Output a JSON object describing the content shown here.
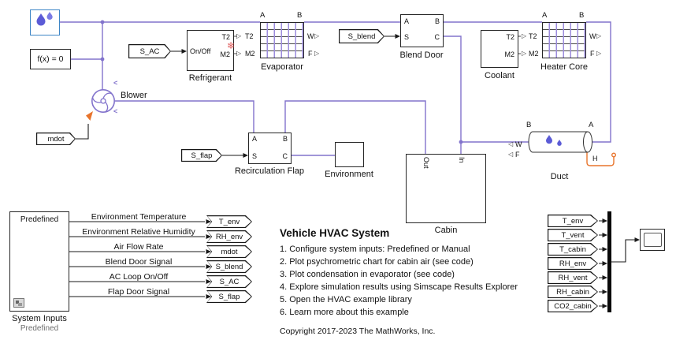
{
  "colors": {
    "physical_line": "#8273CC",
    "signal_line": "#1a1a1a",
    "orange_accent": "#E8742C",
    "moisture_border": "#3E86C6",
    "droplet": "#5B5BD6",
    "snowflake": "#E06060",
    "sublabel_gray": "#6E6E6E"
  },
  "icons": {
    "snowflake": "❄",
    "port_in_triangle": "▷",
    "port_out_triangle": "◁",
    "flow_chevron": "<"
  },
  "top": {
    "solver_label": "f(x) = 0",
    "blower_label": "Blower",
    "mdot_tag": "mdot",
    "sac_tag": "S_AC",
    "sblend_tag": "S_blend",
    "sflap_tag": "S_flap",
    "refrigerant": {
      "label": "Refrigerant",
      "in": "On/Off",
      "out1": "T2",
      "out2": "M2"
    },
    "evaporator": {
      "label": "Evaporator",
      "port_a": "A",
      "port_b": "B",
      "in1": "T2",
      "in2": "M2",
      "out1": "W",
      "out2": "F"
    },
    "blend_door": {
      "label": "Blend Door",
      "a": "A",
      "b": "B",
      "s": "S",
      "c": "C"
    },
    "coolant": {
      "label": "Coolant",
      "out1": "T2",
      "out2": "M2"
    },
    "heater_core": {
      "label": "Heater Core",
      "port_a": "A",
      "port_b": "B",
      "in1": "T2",
      "in2": "M2",
      "out1": "W",
      "out2": "F"
    },
    "recirc_flap": {
      "label": "Recirculation Flap",
      "a": "A",
      "b": "B",
      "s": "S",
      "c": "C"
    },
    "environment_label": "Environment",
    "cabin": {
      "label": "Cabin",
      "out": "Out",
      "in": "In"
    },
    "duct": {
      "label": "Duct",
      "port_a": "A",
      "port_b": "B",
      "w": "W",
      "f": "F",
      "h": "H"
    }
  },
  "system_inputs": {
    "inner_label": "Predefined",
    "label": "System Inputs",
    "sublabel": "Predefined",
    "signals": [
      {
        "label": "Environment Temperature",
        "tag": "T_env"
      },
      {
        "label": "Environment Relative Humidity",
        "tag": "RH_env"
      },
      {
        "label": "Air Flow Rate",
        "tag": "mdot"
      },
      {
        "label": "Blend Door Signal",
        "tag": "S_blend"
      },
      {
        "label": "AC Loop On/Off",
        "tag": "S_AC"
      },
      {
        "label": "Flap Door Signal",
        "tag": "S_flap"
      }
    ]
  },
  "annotation": {
    "title": "Vehicle HVAC System",
    "items": [
      "1. Configure system inputs: Predefined or Manual",
      "2. Plot psychrometric chart for cabin air (see code)",
      "3. Plot condensation in evaporator (see code)",
      "4. Explore simulation results using Simscape Results Explorer",
      "5. Open the HVAC example library",
      "6. Learn more about this example"
    ],
    "copyright": "Copyright 2017-2023 The MathWorks, Inc."
  },
  "outputs": {
    "tags": [
      "T_env",
      "T_vent",
      "T_cabin",
      "RH_env",
      "RH_vent",
      "RH_cabin",
      "CO2_cabin"
    ]
  }
}
